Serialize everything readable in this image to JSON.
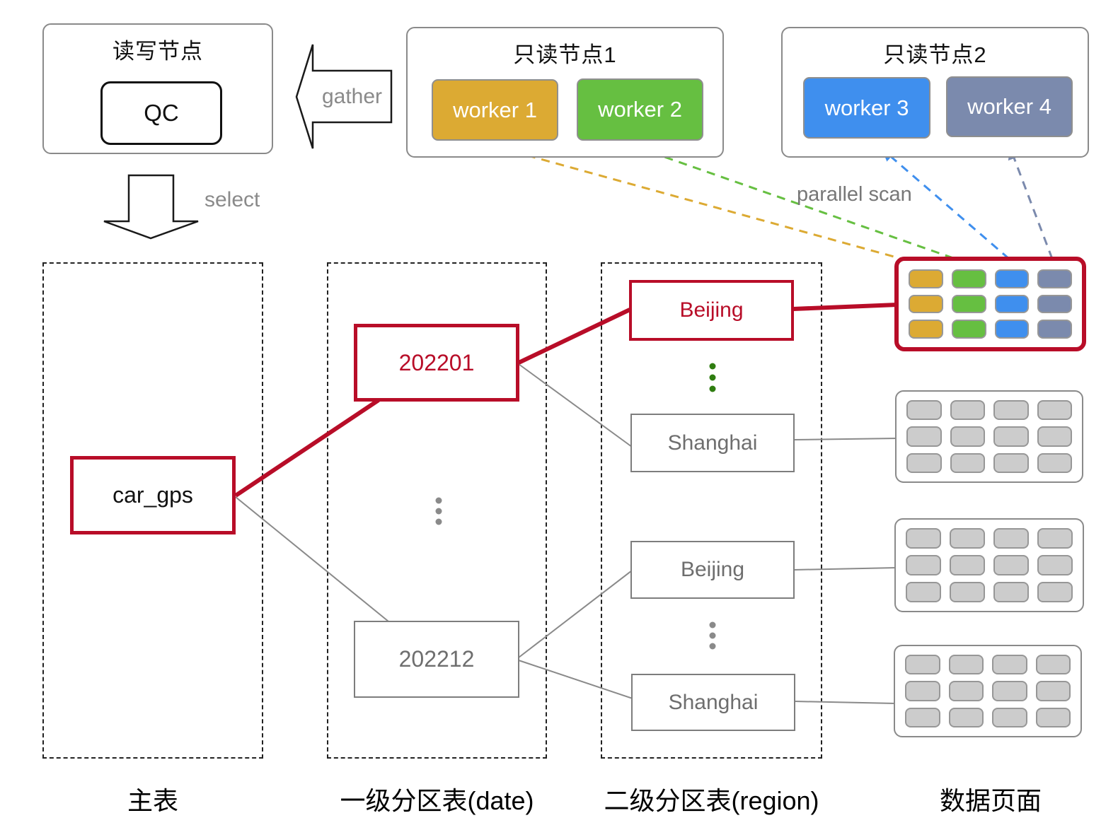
{
  "colors": {
    "red": "#b80d28",
    "gold": "#dcaa33",
    "green": "#66bf41",
    "blue": "#3f8fee",
    "slate": "#7b8aad",
    "line_gray": "#8a8a8a",
    "cell_gray": "#cccccc",
    "dot_green": "#2f7d10",
    "dot_gray": "#8a8a8a",
    "arrow_outline": "#1a1a1a"
  },
  "nodes": {
    "rw": {
      "title": "读写节点",
      "inner": "QC"
    },
    "ro1": {
      "title": "只读节点1",
      "workers": [
        {
          "label": "worker 1"
        },
        {
          "label": "worker 2"
        }
      ]
    },
    "ro2": {
      "title": "只读节点2",
      "workers": [
        {
          "label": "worker 3"
        },
        {
          "label": "worker 4"
        }
      ]
    }
  },
  "labels": {
    "gather": "gather",
    "select": "select",
    "parallel_scan": "parallel scan"
  },
  "partition_tree": {
    "main_table": "car_gps",
    "date_partitions": [
      "202201",
      "202212"
    ],
    "regions_202201": [
      "Beijing",
      "Shanghai"
    ],
    "regions_202212": [
      "Beijing",
      "Shanghai"
    ]
  },
  "column_labels": [
    "主表",
    "一级分区表(date)",
    "二级分区表(region)",
    "数据页面"
  ],
  "grids": [
    {
      "rows": 3,
      "columns": [
        "gold",
        "green",
        "blue",
        "slate"
      ]
    },
    {
      "rows": 3,
      "columns": [
        "cell_gray",
        "cell_gray",
        "cell_gray",
        "cell_gray"
      ]
    },
    {
      "rows": 3,
      "columns": [
        "cell_gray",
        "cell_gray",
        "cell_gray",
        "cell_gray"
      ]
    },
    {
      "rows": 3,
      "columns": [
        "cell_gray",
        "cell_gray",
        "cell_gray",
        "cell_gray"
      ]
    }
  ]
}
